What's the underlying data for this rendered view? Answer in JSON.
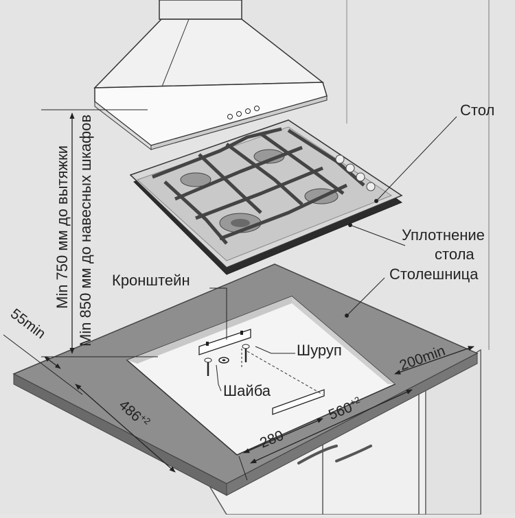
{
  "labels": {
    "table": "Стол",
    "seal_line1": "Уплотнение",
    "seal_line2": "стола",
    "worktop": "Столешница",
    "bracket": "Кронштейн",
    "screw": "Шуруп",
    "washer": "Шайба"
  },
  "vertical": {
    "line1": "Min 750 мм до вытяжки",
    "line2": "Min 850 мм до навесных шкафов"
  },
  "dimensions": {
    "edge_min": "55min",
    "depth": "486",
    "depth_tol": "+2",
    "width": "560",
    "width_tol": "+2",
    "half": "280",
    "side_min": "200min"
  },
  "colors": {
    "background": "#e6e6e6",
    "worktop": "#8e8e8e",
    "line": "#222222"
  }
}
